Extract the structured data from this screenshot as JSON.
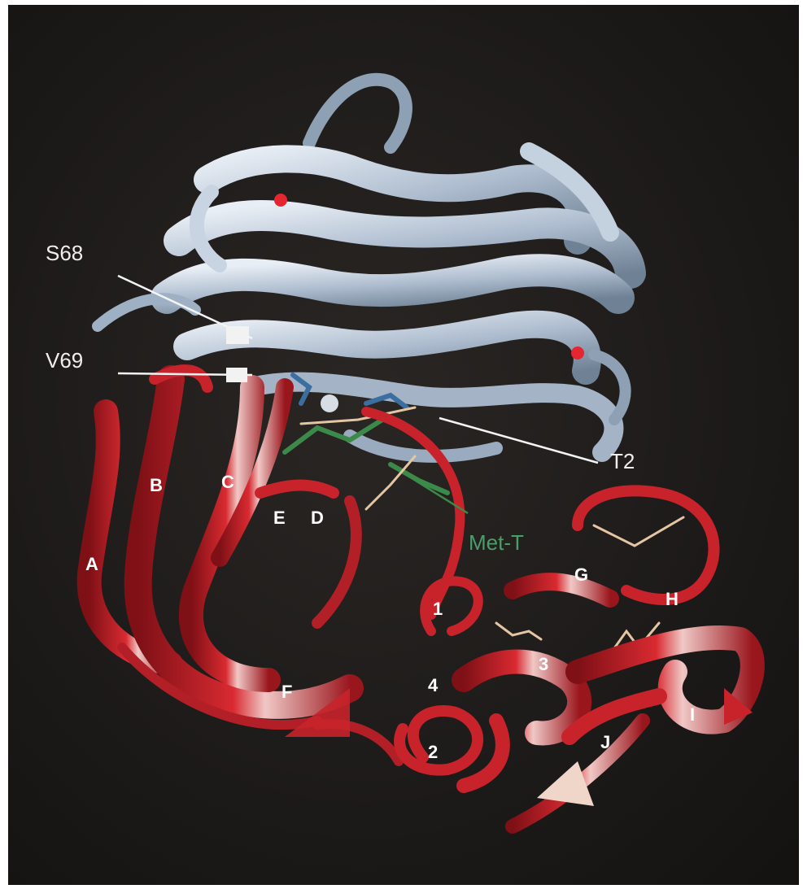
{
  "colors": {
    "background": "#1c1a19",
    "upper_domain": "#b9c9da",
    "lower_domain": "#c8232b",
    "ligand": "#3c8a4a",
    "disulfide": "#e4c6a2",
    "pointer_line": "#f4f4f4"
  },
  "residue_labels": {
    "s68": "S68",
    "v69": "V69",
    "t2": "T2",
    "met_t": "Met-T"
  },
  "strand_labels": {
    "a": "A",
    "b": "B",
    "c": "C",
    "d": "D",
    "e": "E",
    "f": "F",
    "g": "G",
    "h": "H",
    "i": "I",
    "j": "J",
    "n1": "1",
    "n2": "2",
    "n3": "3",
    "n4": "4"
  }
}
